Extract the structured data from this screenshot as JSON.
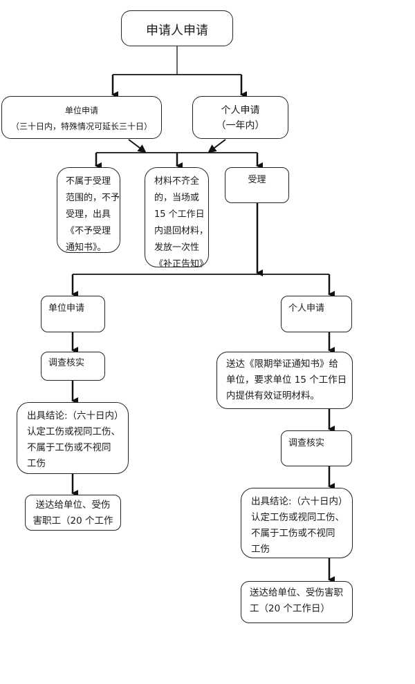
{
  "diagram": {
    "title_node": "申请人申请",
    "level1": {
      "unit": {
        "title": "单位申请",
        "note": "（三十日内，特殊情况可延长三十日）"
      },
      "personal": {
        "title": "个人申请",
        "note": "（一年内）"
      }
    },
    "level2": {
      "not_accepted": "不属于受理\n范围的，不予\n受理，出具\n《不予受理\n通知书》。",
      "incomplete": "材料不齐全\n的，当场或\n15 个工作日\n内退回材料，\n发放一次性\n《补正告知》",
      "accepted": "受理"
    },
    "left_branch": {
      "start": "单位申请",
      "investigate": "调查核实",
      "conclusion": "出具结论:（六十日内）\n认定工伤或视同工伤、\n不属于工伤或不视同\n工伤",
      "deliver": "送达给单位、受伤\n害职工（20 个工作"
    },
    "right_branch": {
      "start": "个人申请",
      "notice": "送达《限期举证通知书》给\n单位，要求单位 15 个工作日\n内提供有效证明材料。",
      "investigate": "调查核实",
      "conclusion": "出具结论:（六十日内）\n认定工伤或视同工伤、\n不属于工伤或不视同\n工伤",
      "deliver": "送达给单位、受伤害职\n工（20 个工作日）"
    },
    "colors": {
      "line": "#111111",
      "box_border": "#222222",
      "background": "#ffffff"
    }
  }
}
